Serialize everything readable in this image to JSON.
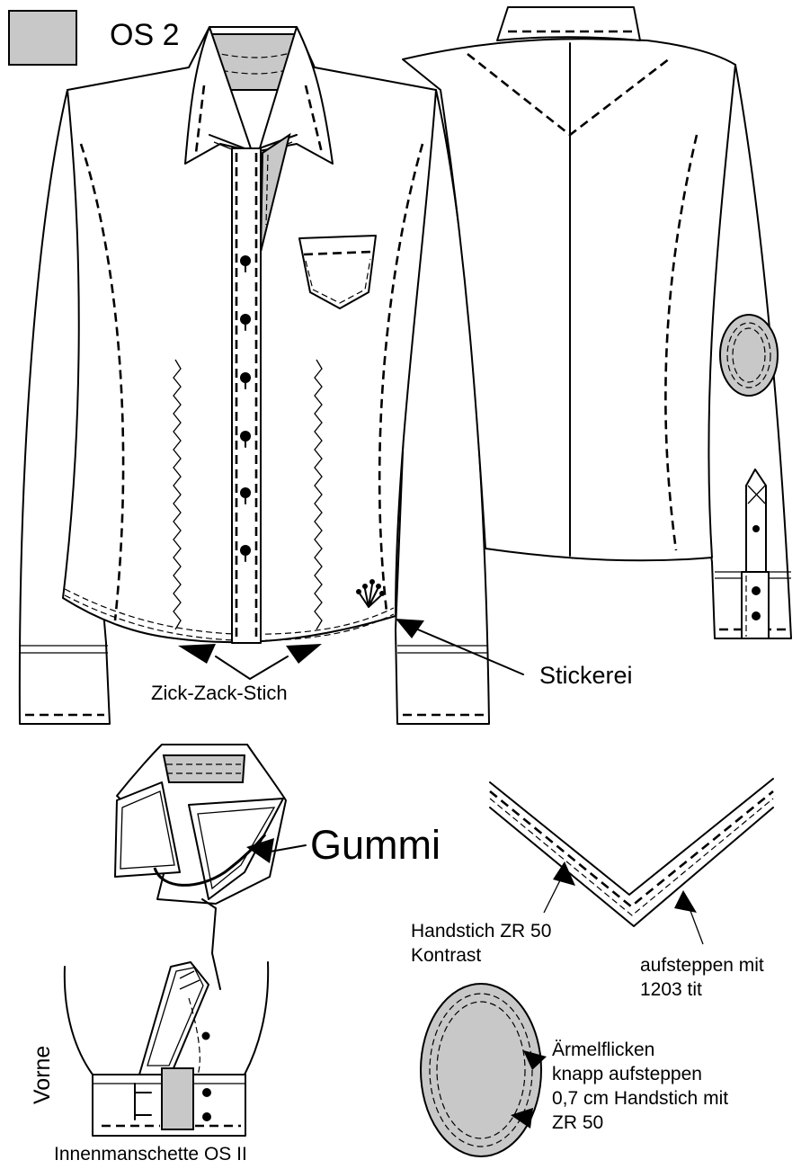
{
  "legend": {
    "swatch_color": "#c8c8c8",
    "label": "OS 2"
  },
  "colors": {
    "fabric": "#ffffff",
    "contrast": "#c8c8c8",
    "line": "#000000"
  },
  "labels": {
    "zigzag": "Zick-Zack-Stich",
    "embroidery": "Stickerei",
    "elastic": "Gummi",
    "hand_stitch": [
      "Handstich ZR 50",
      "Kontrast"
    ],
    "topstitch": [
      "aufsteppen mit",
      "1203 tit"
    ],
    "elbow_patch": [
      "Ärmelflicken",
      "knapp aufsteppen",
      "0,7 cm Handstich mit",
      "ZR 50"
    ],
    "front": "Vorne",
    "inner_cuff": "Innenmanschette OS II"
  },
  "icons": {
    "button": "button-icon",
    "arrow": "arrow-pointer-icon",
    "embroidery": "edelweiss-embroidery-icon"
  }
}
